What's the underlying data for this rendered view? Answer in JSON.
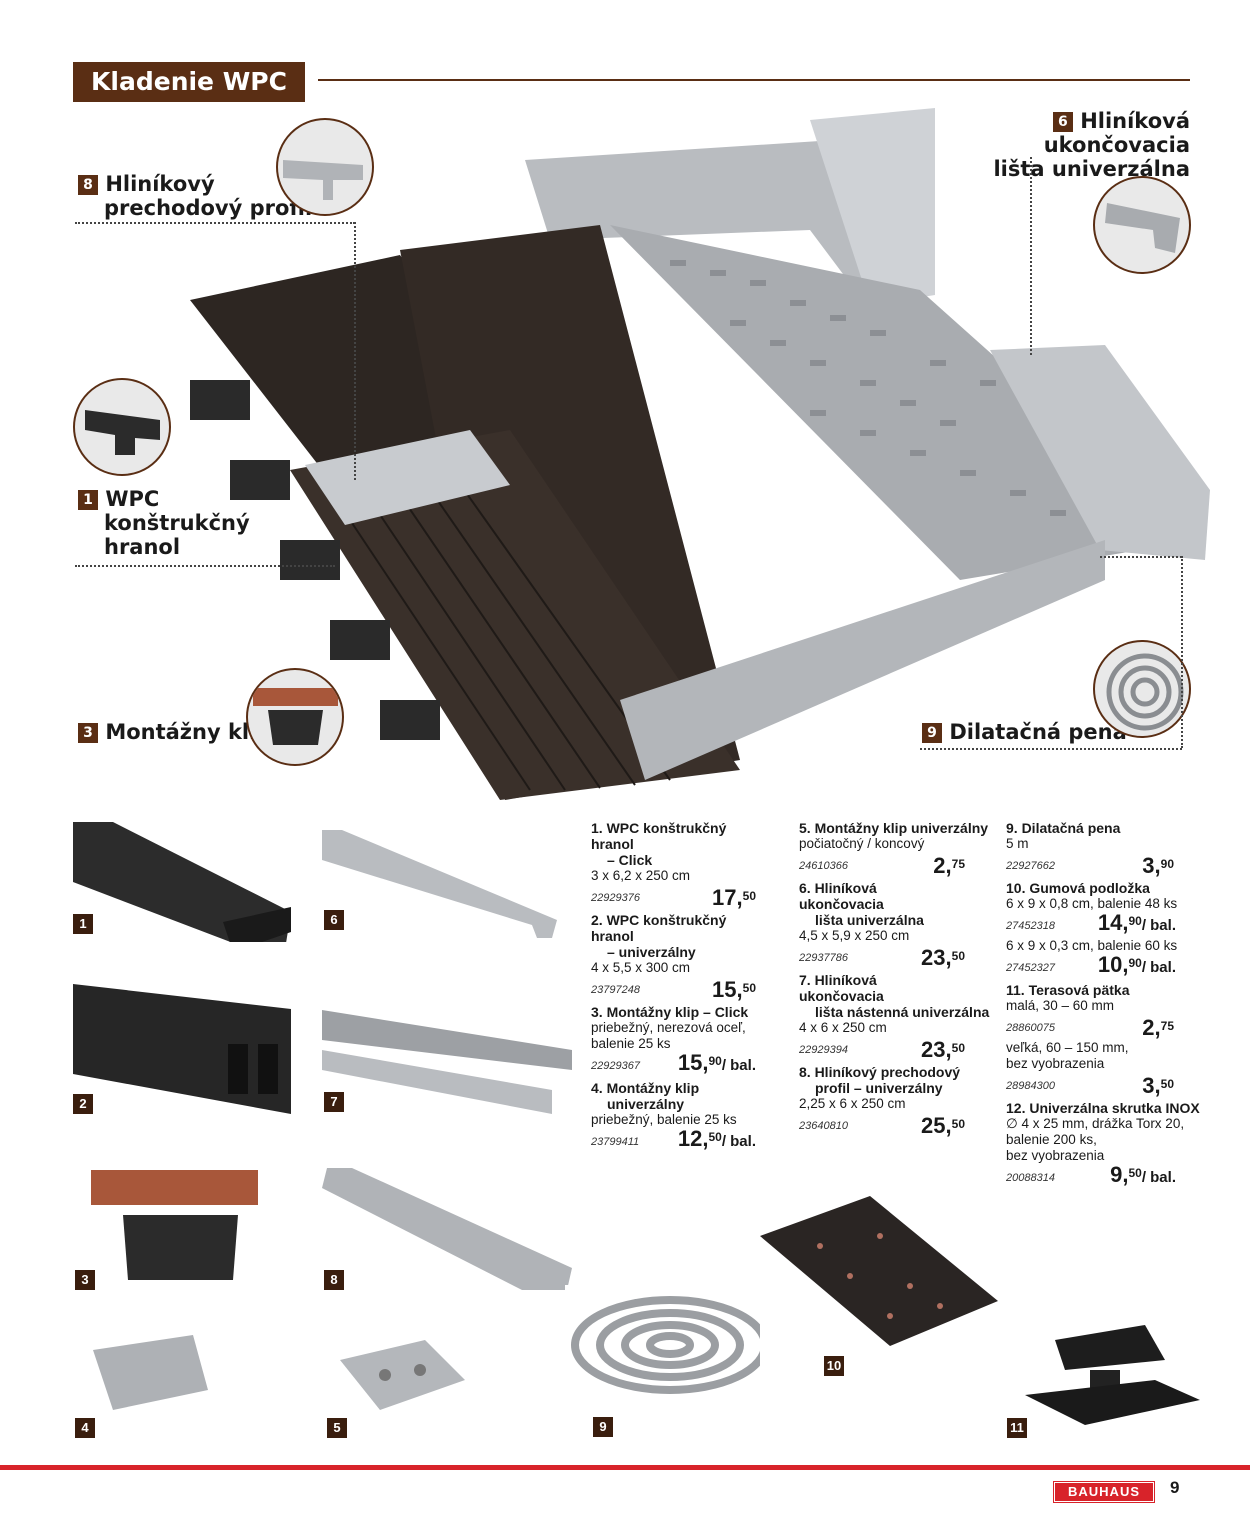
{
  "header": {
    "title": "Kladenie WPC terasy"
  },
  "callouts": [
    {
      "num": "6",
      "line1": "Hliníková ukončovacia",
      "line2": "lišta univerzálna"
    },
    {
      "num": "8",
      "line1": "Hliníkový",
      "line2": "prechodový profil"
    },
    {
      "num": "1",
      "line1": "WPC",
      "line2": "konštrukčný",
      "line3": "hranol"
    },
    {
      "num": "3",
      "line1": "Montážny klip"
    },
    {
      "num": "9",
      "line1": "Dilatačná pena"
    }
  ],
  "thumbs": [
    "1",
    "6",
    "2",
    "7",
    "3",
    "8",
    "4",
    "5",
    "9",
    "10",
    "11"
  ],
  "products": {
    "p1": {
      "title": "1. WPC konštrukčný hranol",
      "title2": "– Click",
      "desc": "3 x 6,2 x 250 cm",
      "code": "22929376",
      "price": "17,",
      "cents": "50"
    },
    "p2": {
      "title": "2. WPC konštrukčný hranol",
      "title2": "– univerzálny",
      "desc": "4 x 5,5 x 300 cm",
      "code": "23797248",
      "price": "15,",
      "cents": "50"
    },
    "p3": {
      "title": "3. Montážny klip – Click",
      "desc": "priebežný, nerezová oceľ,",
      "desc2": "balenie 25 ks",
      "code": "22929367",
      "price": "15,",
      "cents": "90",
      "unit": "/ bal."
    },
    "p4": {
      "title": "4. Montážny klip",
      "title2": "univerzálny",
      "desc": "priebežný, balenie 25 ks",
      "code": "23799411",
      "price": "12,",
      "cents": "50",
      "unit": "/ bal."
    },
    "p5": {
      "title": "5. Montážny klip univerzálny",
      "desc": "počiatočný / koncový",
      "code": "24610366",
      "price": "2,",
      "cents": "75"
    },
    "p6": {
      "title": "6. Hliníková ukončovacia",
      "title2": "lišta univerzálna",
      "desc": "4,5 x 5,9 x 250 cm",
      "code": "22937786",
      "price": "23,",
      "cents": "50"
    },
    "p7": {
      "title": "7. Hliníková ukončovacia",
      "title2": "lišta nástenná univerzálna",
      "desc": "4 x 6 x 250 cm",
      "code": "22929394",
      "price": "23,",
      "cents": "50"
    },
    "p8": {
      "title": "8. Hliníkový prechodový",
      "title2": "profil – univerzálny",
      "desc": "2,25 x 6 x 250 cm",
      "code": "23640810",
      "price": "25,",
      "cents": "50"
    },
    "p9": {
      "title": "9. Dilatačná pena",
      "desc": "5 m",
      "code": "22927662",
      "price": "3,",
      "cents": "90"
    },
    "p10": {
      "title": "10. Gumová podložka",
      "desc": "6 x 9 x 0,8 cm, balenie 48 ks",
      "code": "27452318",
      "price": "14,",
      "cents": "90",
      "unit": "/ bal.",
      "desc_b": "6 x 9 x 0,3 cm, balenie 60 ks",
      "code_b": "27452327",
      "price_b": "10,",
      "cents_b": "90",
      "unit_b": "/ bal."
    },
    "p11": {
      "title": "11. Terasová pätka",
      "desc": "malá, 30 – 60 mm",
      "code": "28860075",
      "price": "2,",
      "cents": "75",
      "desc_b": "veľká, 60 – 150 mm,",
      "desc_b2": "bez vyobrazenia",
      "code_b": "28984300",
      "price_b": "3,",
      "cents_b": "50"
    },
    "p12": {
      "title": "12. Univerzálna skrutka INOX",
      "desc": "∅ 4 x 25 mm, drážka Torx 20,",
      "desc2": "balenie 200 ks,",
      "desc3": "bez vyobrazenia",
      "code": "20088314",
      "price": "9,",
      "cents": "50",
      "unit": "/ bal."
    }
  },
  "footer": {
    "logo": "BAUHAUS",
    "page": "9"
  },
  "colors": {
    "brand_brown": "#5a2e14",
    "bauhaus_red": "#d8232a"
  }
}
